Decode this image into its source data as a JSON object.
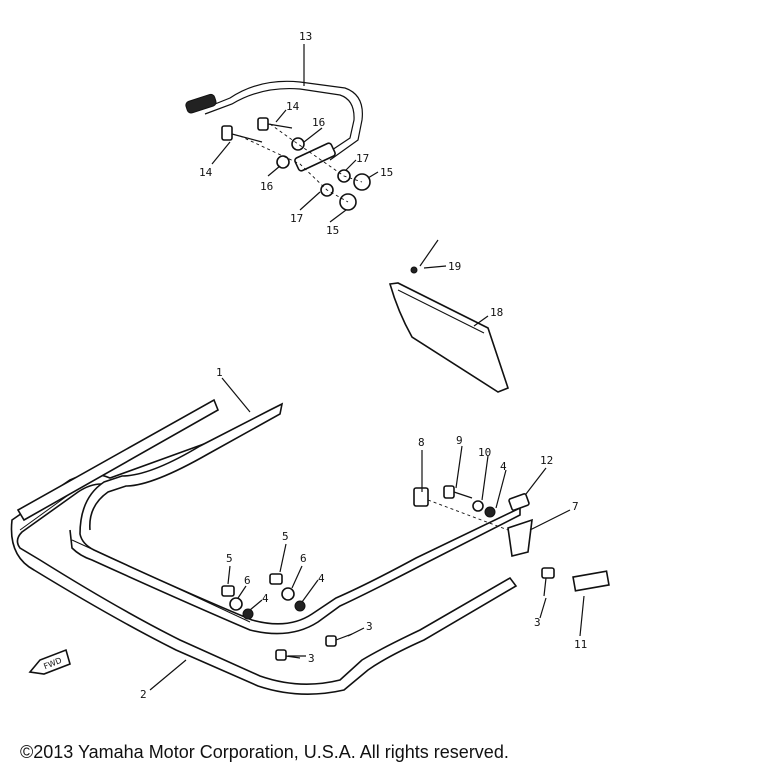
{
  "copyright": "©2013 Yamaha Motor Corporation, U.S.A. All rights reserved.",
  "fwd_label": "FWD",
  "callouts": {
    "c1": "1",
    "c2": "2",
    "c3a": "3",
    "c3b": "3",
    "c3c": "3",
    "c4a": "4",
    "c4b": "4",
    "c4c": "4",
    "c5a": "5",
    "c5b": "5",
    "c6a": "6",
    "c6b": "6",
    "c7": "7",
    "c8": "8",
    "c9": "9",
    "c10": "10",
    "c11": "11",
    "c12": "12",
    "c13": "13",
    "c14a": "14",
    "c14b": "14",
    "c15a": "15",
    "c15b": "15",
    "c16a": "16",
    "c16b": "16",
    "c17a": "17",
    "c17b": "17",
    "c18": "18",
    "c19": "19"
  }
}
